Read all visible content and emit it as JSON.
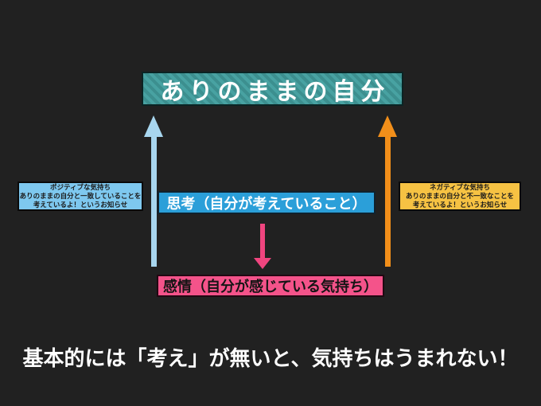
{
  "slide": {
    "title": "ありのままの自分",
    "thought_label": "思考（自分が考えていること）",
    "emotion_label": "感情（自分が感じている気持ち）",
    "positive_note": {
      "line1": "ポジティブな気持ち",
      "line2": "ありのままの自分と一致していることを",
      "line3": "考えているよ！というお知らせ"
    },
    "negative_note": {
      "line1": "ネガティブな気持ち",
      "line2": "ありのままの自分と不一致なことを",
      "line3": "考えているよ！というお知らせ"
    },
    "footer": "基本的には「考え」が無いと、気持ちはうまれない！",
    "colors": {
      "background": "#212121",
      "title_teal": "#45a0a0",
      "thought_blue": "#2b9fd9",
      "emotion_pink": "#f4538a",
      "positive_note_blue": "#7ec8ef",
      "negative_note_yellow": "#f6c243",
      "arrow_blue": "#a8d6ef",
      "arrow_orange": "#f28f1a",
      "arrow_pink": "#f0457f"
    }
  }
}
